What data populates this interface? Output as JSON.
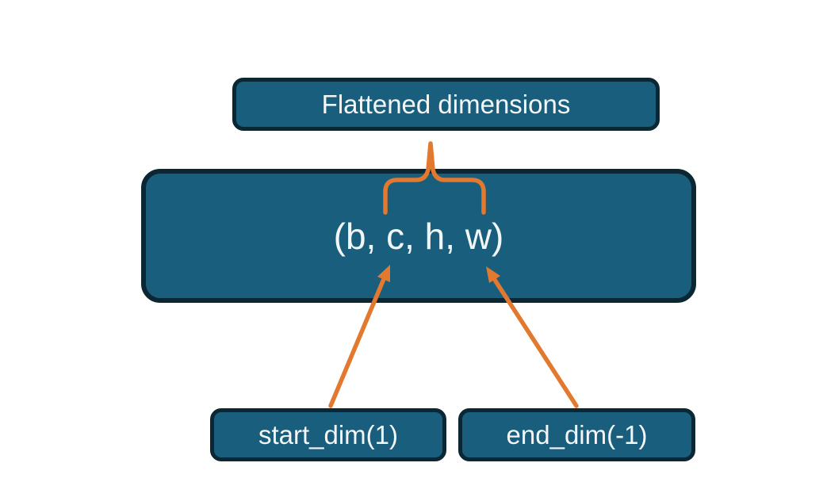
{
  "diagram": {
    "nodes": {
      "flattened": {
        "label": "Flattened dimensions"
      },
      "tensor": {
        "label": "(b, c, h, w)"
      },
      "start_dim": {
        "label": "start_dim(1)"
      },
      "end_dim": {
        "label": "end_dim(-1)"
      }
    },
    "connectors": [
      {
        "name": "curly-brace",
        "from": "flattened",
        "to": "tensor",
        "style": "brace"
      },
      {
        "name": "start-dim-arrow",
        "from": "start_dim",
        "to": "tensor",
        "style": "arrow"
      },
      {
        "name": "end-dim-arrow",
        "from": "end_dim",
        "to": "tensor",
        "style": "arrow"
      }
    ],
    "colors": {
      "box_fill": "#1A5E7E",
      "box_border": "#0A2733",
      "accent": "#E2792F",
      "text": "#F2F6F7",
      "background": "#FFFFFF"
    }
  }
}
